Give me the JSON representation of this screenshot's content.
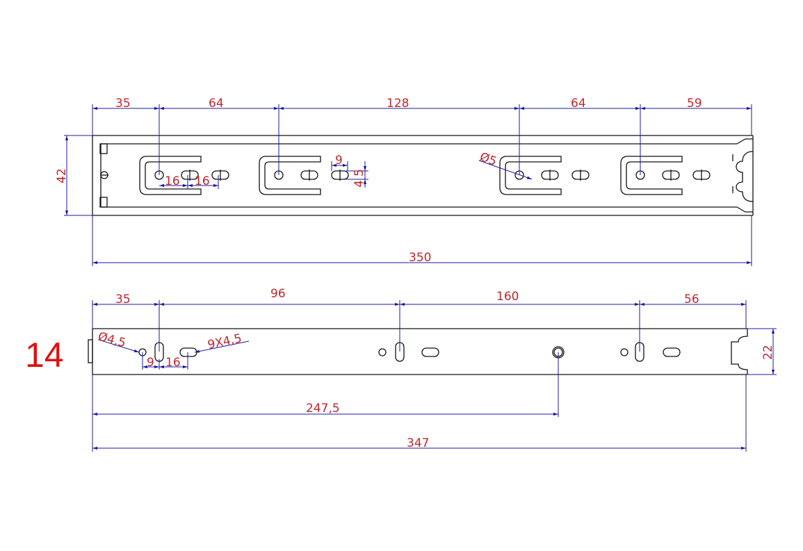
{
  "item_number": "14",
  "colors": {
    "outline": "#111111",
    "dimension_line": "#1a1aa0",
    "dimension_text": "#c0262c",
    "item_number": "#e01010"
  },
  "top_view": {
    "spacing": [
      "35",
      "64",
      "128",
      "64",
      "59"
    ],
    "height": "42",
    "overall_length": "350",
    "slot_pitch_1": "16",
    "slot_pitch_2": "16",
    "slot_width": "9",
    "slot_height_1": "5",
    "slot_height_2": "4",
    "hole_diameter": "Ø5"
  },
  "bottom_view": {
    "spacing": [
      "35",
      "96",
      "160",
      "56"
    ],
    "height": "22",
    "hole_diameter": "Ø4,5",
    "slot_size": "9X4,5",
    "hole_offset": "9",
    "slot_pitch": "16",
    "center_hole_position": "247,5",
    "overall_length": "347"
  }
}
